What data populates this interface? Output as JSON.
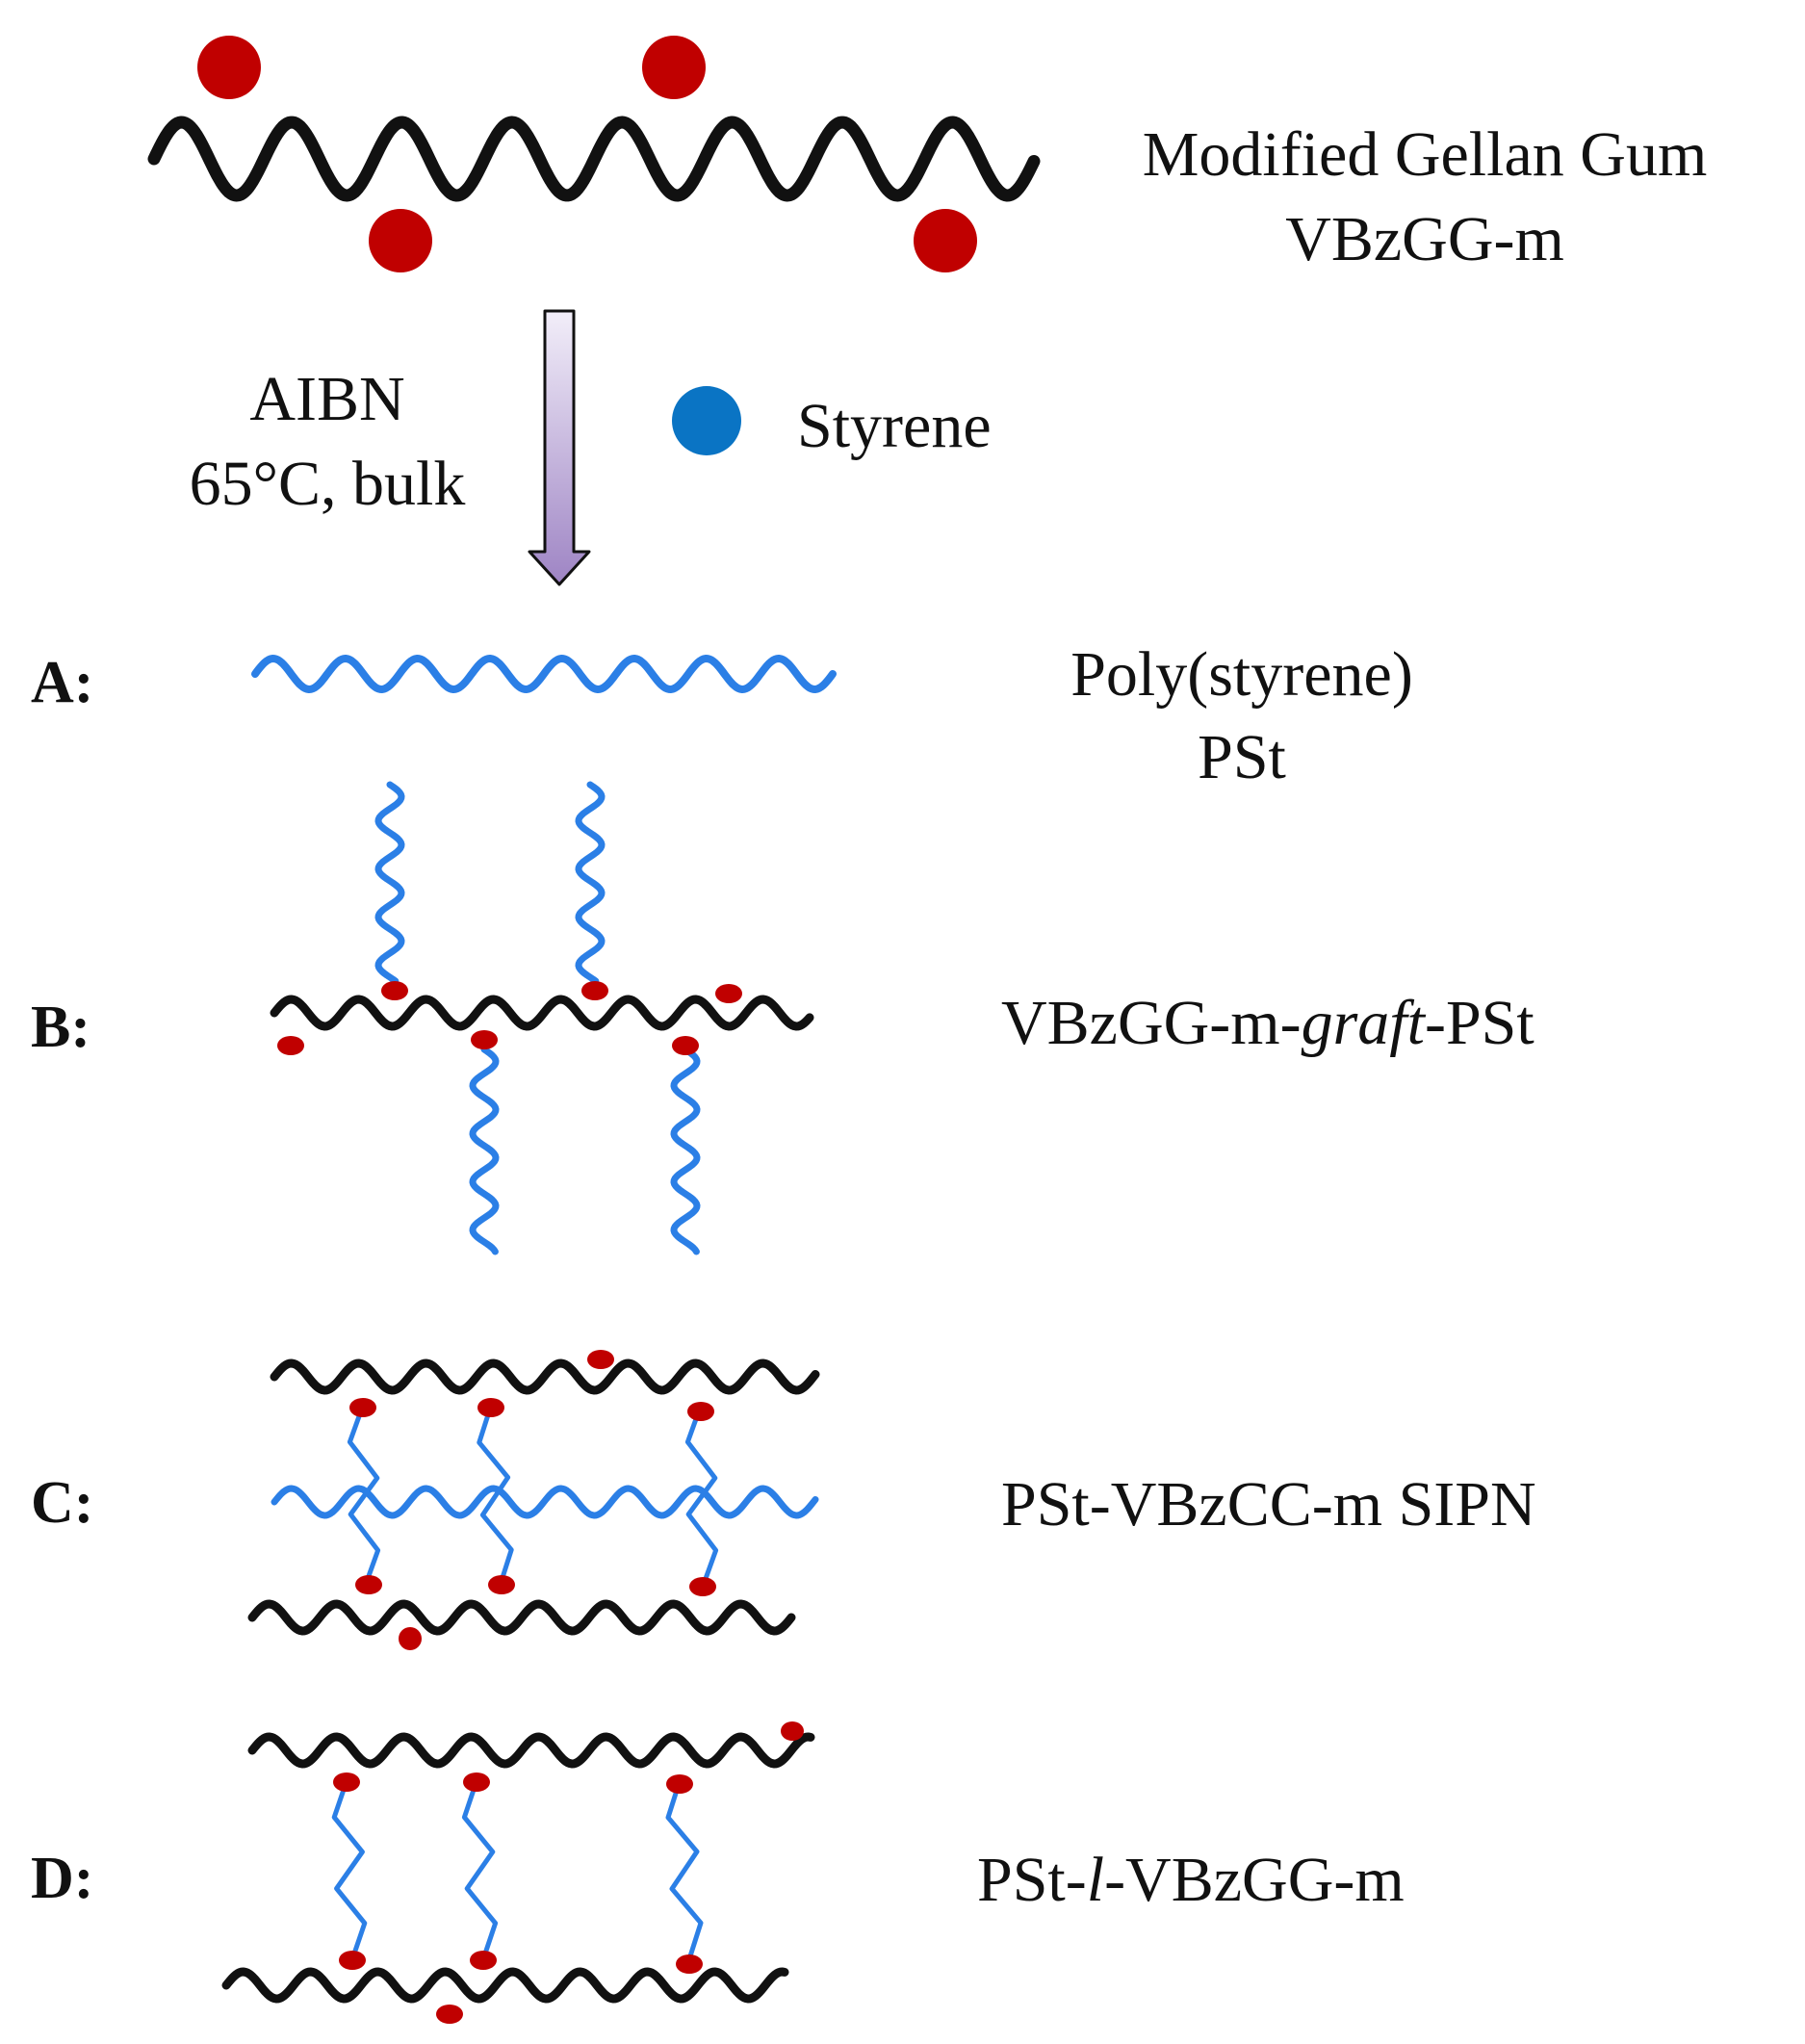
{
  "colors": {
    "backbone": "#111111",
    "polystyrene": "#2b7fe6",
    "styrene_dot": "#0a74c4",
    "vinylbenzyl_group": "#c00000",
    "arrow_top": "#f2eef9",
    "arrow_bottom": "#9e84c4"
  },
  "icons": {
    "arrow": "down-arrow-icon",
    "styrene": "blue-circle-icon",
    "group": "red-circle-icon"
  },
  "header": {
    "title_line1": "Modified Gellan Gum",
    "title_line2": "VBzGG-m"
  },
  "reaction": {
    "initiator": "AIBN",
    "conditions": "65°C, bulk",
    "monomer_label": "Styrene"
  },
  "products": [
    {
      "letter": "A:",
      "name_line1": "Poly(styrene)",
      "name_line2": "PSt"
    },
    {
      "letter": "B:",
      "name_before": "VBzGG-m-",
      "name_italic": "graft",
      "name_after": "-PSt"
    },
    {
      "letter": "C:",
      "name": "PSt-VBzCC-m SIPN"
    },
    {
      "letter": "D:",
      "name_before": "PSt-",
      "name_italic": "l",
      "name_after": "-VBzGG-m"
    }
  ]
}
